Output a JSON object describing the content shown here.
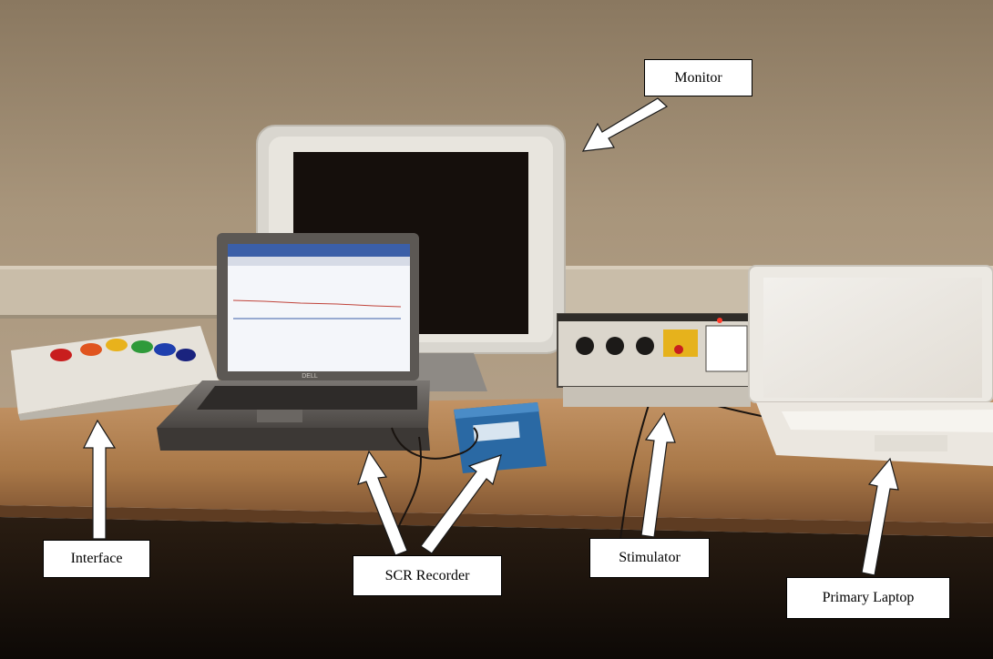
{
  "labels": {
    "monitor": "Monitor",
    "interface": "Interface",
    "scr_recorder": "SCR Recorder",
    "stimulator": "Stimulator",
    "primary_laptop": "Primary Laptop"
  },
  "laptop_brand": "DELL",
  "colors": {
    "wall": "#a8947a",
    "desk": "#b7875a",
    "button_red": "#c81e1e",
    "button_orange": "#e0541e",
    "button_yellow": "#e8b21c",
    "button_green": "#2f9a3a",
    "button_blue": "#1f3fae",
    "button_navy": "#1a237e"
  }
}
